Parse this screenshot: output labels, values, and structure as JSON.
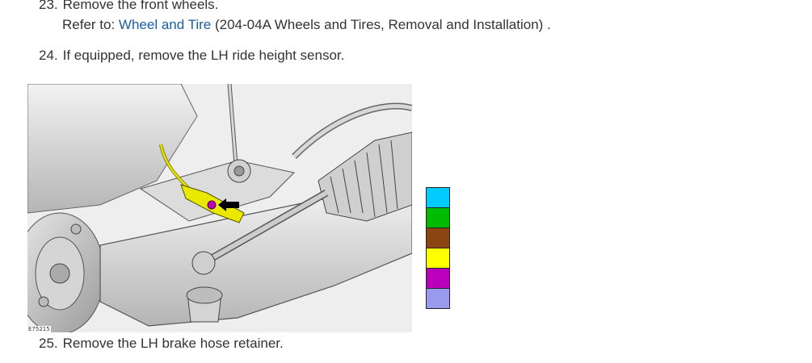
{
  "steps": [
    {
      "number": "23.",
      "text": "Remove the front wheels."
    },
    {
      "number": "24.",
      "text": "If equipped, remove the LH ride height sensor."
    },
    {
      "number": "25.",
      "text": "Remove the LH brake hose retainer."
    }
  ],
  "refer": {
    "prefix": "Refer to: ",
    "link": "Wheel and Tire",
    "suffix": " (204-04A Wheels and Tires, Removal and Installation) ."
  },
  "figure": {
    "id_label": "E75215"
  },
  "color_swatches": [
    "#00ccff",
    "#00bb00",
    "#8b4513",
    "#ffff00",
    "#bb00bb",
    "#9999ee"
  ]
}
